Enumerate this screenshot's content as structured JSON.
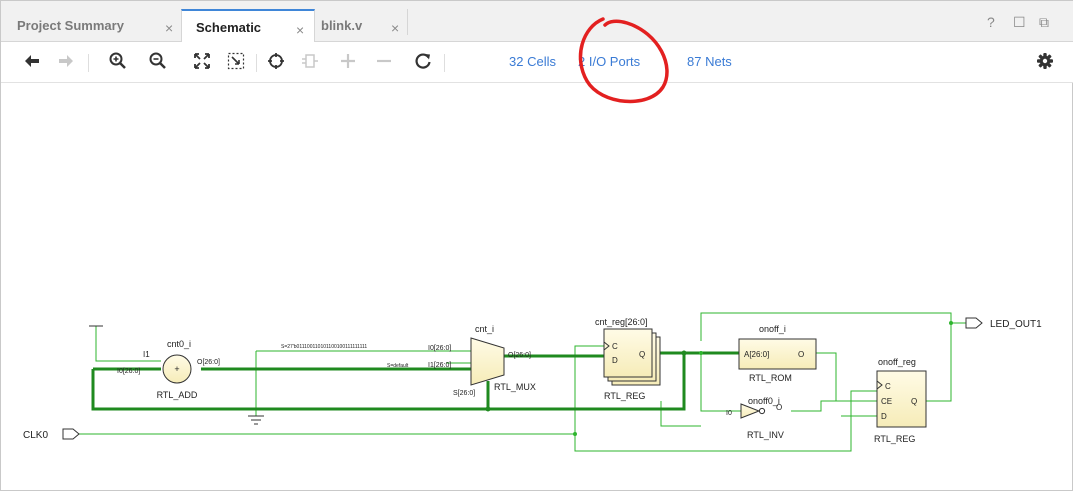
{
  "tabs": [
    {
      "label": "Project Summary"
    },
    {
      "label": "Schematic"
    },
    {
      "label": "blink.v"
    }
  ],
  "tab_close_glyph": "×",
  "window_controls": {
    "help": "?",
    "restore": "☐",
    "float": "⧉"
  },
  "toolbar": {
    "icons": [
      "back-icon",
      "forward-icon",
      "zoom-in-icon",
      "zoom-out-icon",
      "zoom-fit-icon",
      "zoom-area-icon",
      "select-area-icon",
      "autofit-icon",
      "add-icon",
      "remove-icon",
      "refresh-icon"
    ],
    "cells": "32 Cells",
    "io_ports": "2 I/O Ports",
    "nets": "87 Nets",
    "settings_icon": "gear-icon"
  },
  "annotation_color": "#e32020",
  "schematic": {
    "ports": {
      "clk": "CLK0",
      "led": "LED_OUT1"
    },
    "add": {
      "inst": "cnt0_i",
      "type": "RTL_ADD",
      "pin_i1": "I1",
      "pin_i0": "I0[26:0]",
      "pin_o": "O[26:0]",
      "symbol": "+"
    },
    "mux": {
      "inst": "cnt_i",
      "type": "RTL_MUX",
      "pin_i0": "I0[26:0]",
      "pin_i1": "I1[26:0]",
      "pin_o": "O[26:0]",
      "pin_s": "S[26:0]",
      "sel_value_a": "S=27'b011100110101100100111111111",
      "sel_value_b": "S=default"
    },
    "reg": {
      "inst": "cnt_reg[26:0]",
      "type": "RTL_REG",
      "pin_c": "C",
      "pin_d": "D",
      "pin_q": "Q"
    },
    "rom": {
      "inst": "onoff_i",
      "type": "RTL_ROM",
      "pin_a": "A[26:0]",
      "pin_o": "O"
    },
    "inv": {
      "inst": "onoff0_i",
      "type": "RTL_INV",
      "pin_i": "I0",
      "pin_o": "O"
    },
    "reg2": {
      "inst": "onoff_reg",
      "type": "RTL_REG",
      "pin_c": "C",
      "pin_ce": "CE",
      "pin_d": "D",
      "pin_q": "Q"
    }
  }
}
